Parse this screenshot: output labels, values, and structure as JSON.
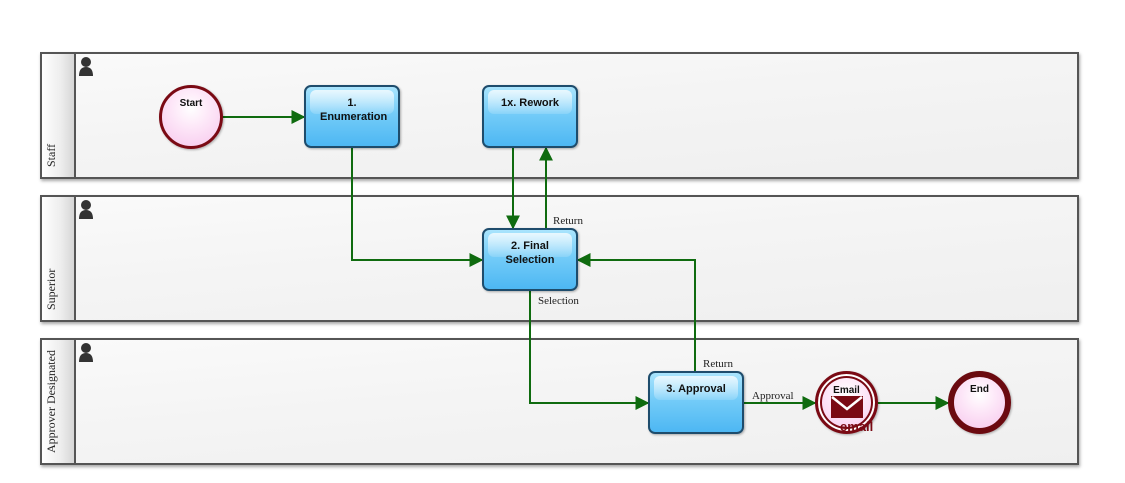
{
  "lanes": [
    {
      "label": "Staff"
    },
    {
      "label": "Superior"
    },
    {
      "label": "Approver Designated"
    }
  ],
  "nodes": {
    "start": {
      "label": "Start"
    },
    "enumeration": {
      "label": "1. Enumeration"
    },
    "rework": {
      "label": "1x. Rework"
    },
    "final_selection": {
      "label": "2. Final Selection"
    },
    "approval": {
      "label": "3. Approval"
    },
    "email": {
      "label": "Email",
      "caption": "email"
    },
    "end": {
      "label": "End"
    }
  },
  "flow_labels": {
    "return_to_rework": "Return",
    "selection": "Selection",
    "return_to_final": "Return",
    "approval": "Approval"
  },
  "colors": {
    "flow": "#0f6b0f",
    "task_fill": "#74ccf8",
    "event_border": "#7a0a14",
    "event_fill": "#fbd9f3"
  }
}
